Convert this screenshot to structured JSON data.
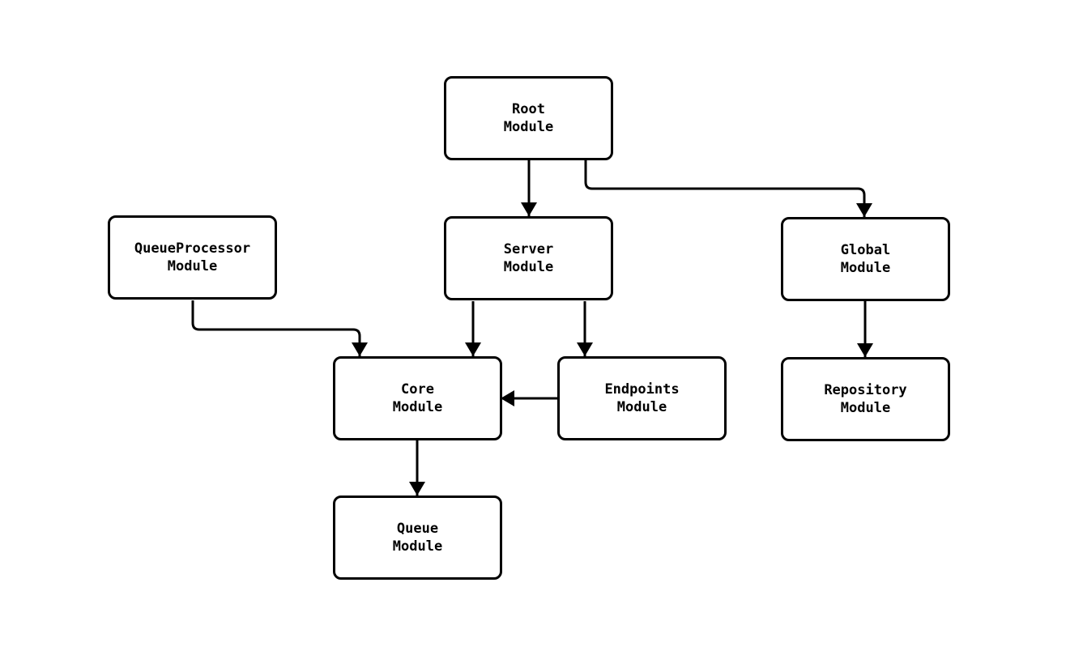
{
  "diagram": {
    "type": "module-dependency-graph",
    "background_color": "#ffffff",
    "node_fill_color": "#ffffff",
    "node_stroke_color": "#000000",
    "edge_color": "#000000",
    "nodes": {
      "root": {
        "label": "Root\nModule"
      },
      "queue_processor": {
        "label": "QueueProcessor\nModule"
      },
      "server": {
        "label": "Server\nModule"
      },
      "global": {
        "label": "Global\nModule"
      },
      "core": {
        "label": "Core\nModule"
      },
      "endpoints": {
        "label": "Endpoints\nModule"
      },
      "repository": {
        "label": "Repository\nModule"
      },
      "queue": {
        "label": "Queue\nModule"
      }
    },
    "edges": [
      {
        "from": "Root Module",
        "to": "Server Module"
      },
      {
        "from": "Root Module",
        "to": "Global Module"
      },
      {
        "from": "QueueProcessor Module",
        "to": "Core Module"
      },
      {
        "from": "Server Module",
        "to": "Core Module"
      },
      {
        "from": "Server Module",
        "to": "Endpoints Module"
      },
      {
        "from": "Endpoints Module",
        "to": "Core Module"
      },
      {
        "from": "Global Module",
        "to": "Repository Module"
      },
      {
        "from": "Core Module",
        "to": "Queue Module"
      }
    ]
  }
}
